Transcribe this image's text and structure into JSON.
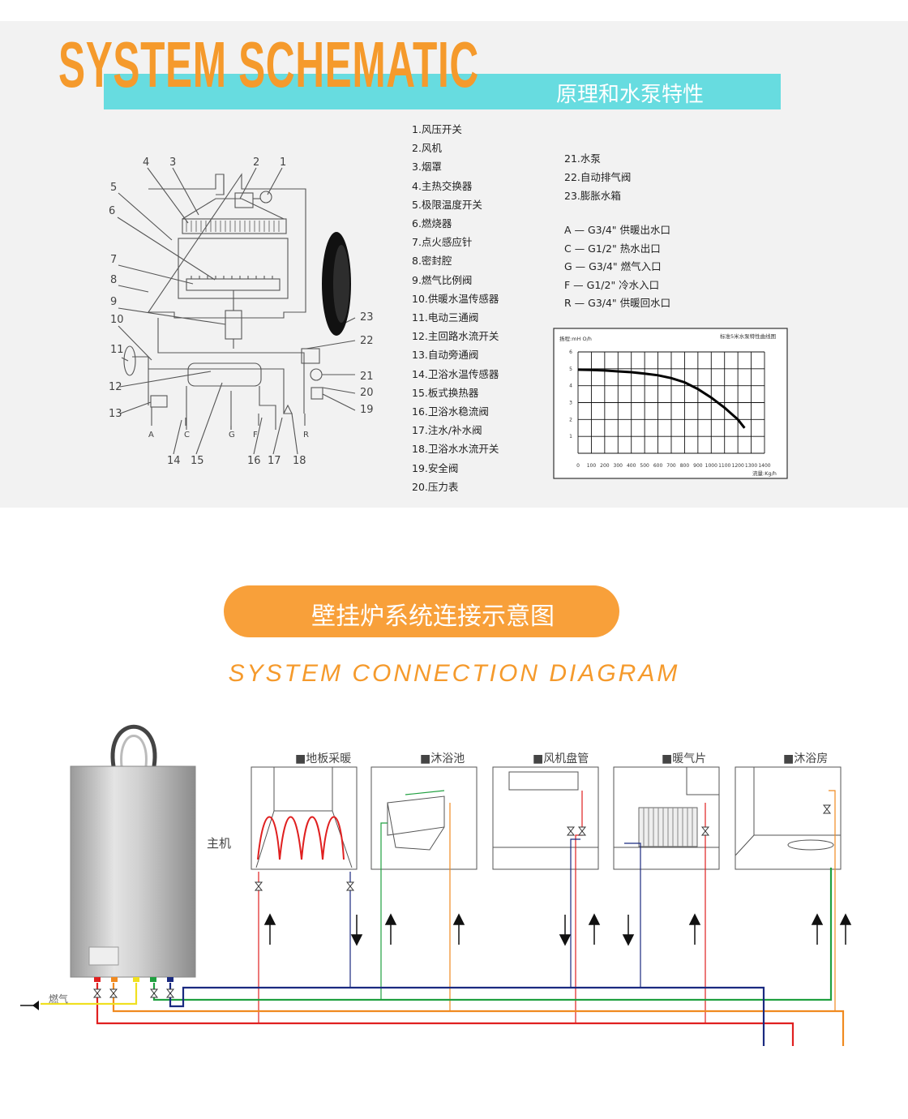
{
  "schematic": {
    "title": "SYSTEM SCHEMATIC",
    "subtitle": "原理和水泵特性",
    "parts_col1": [
      "1.风压开关",
      "2.风机",
      "3.烟罩",
      "4.主热交换器",
      "5.极限温度开关",
      "6.燃烧器",
      "7.点火感应针",
      "8.密封腔",
      "9.燃气比例阀",
      "10.供暖水温传感器",
      "11.电动三通阀",
      "12.主回路水流开关",
      "13.自动旁通阀",
      "14.卫浴水温传感器",
      "15.板式换热器",
      "16.卫浴水稳流阀",
      "17.注水/补水阀",
      "18.卫浴水水流开关",
      "19.安全阀",
      "20.压力表"
    ],
    "parts_col2": [
      "21.水泵",
      "22.自动排气阀",
      "23.膨胀水箱"
    ],
    "ports": [
      "A — G3/4\"  供暖出水口",
      "C — G1/2\"  热水出口",
      "G — G3/4\"  燃气入口",
      "F — G1/2\"  冷水入口",
      "R — G3/4\"  供暖回水口"
    ],
    "callouts": [
      "1",
      "2",
      "3",
      "4",
      "5",
      "6",
      "7",
      "8",
      "9",
      "10",
      "11",
      "12",
      "13",
      "14",
      "15",
      "16",
      "17",
      "18",
      "19",
      "20",
      "21",
      "22",
      "23"
    ],
    "port_letters": [
      "A",
      "C",
      "G",
      "F",
      "R"
    ]
  },
  "chart_data": {
    "type": "line",
    "title": "标准5米水泵特性曲线图",
    "ylabel": "扬程:mH O/h",
    "xlabel": "流量:Kg/h",
    "x_ticks": [
      0,
      100,
      200,
      300,
      400,
      500,
      600,
      700,
      800,
      900,
      1000,
      1100,
      1200,
      1300,
      1400
    ],
    "y_ticks": [
      1,
      2,
      3,
      4,
      5,
      6
    ],
    "xlim": [
      0,
      1400
    ],
    "ylim": [
      0,
      6
    ],
    "grid": true,
    "series": [
      {
        "values": [
          [
            0,
            4.95
          ],
          [
            100,
            4.93
          ],
          [
            200,
            4.9
          ],
          [
            300,
            4.85
          ],
          [
            400,
            4.8
          ],
          [
            500,
            4.72
          ],
          [
            600,
            4.62
          ],
          [
            700,
            4.45
          ],
          [
            800,
            4.2
          ],
          [
            900,
            3.8
          ],
          [
            1000,
            3.3
          ],
          [
            1100,
            2.7
          ],
          [
            1200,
            2.0
          ],
          [
            1250,
            1.5
          ]
        ]
      }
    ]
  },
  "connection": {
    "pill_label": "壁挂炉系统连接示意图",
    "title": "SYSTEM CONNECTION DIAGRAM",
    "main_unit_label": "主机",
    "gas_label": "燃气",
    "panels": [
      "■地板采暖",
      "■沐浴池",
      "■风机盘管",
      "■暖气片",
      "■沐浴房"
    ]
  }
}
